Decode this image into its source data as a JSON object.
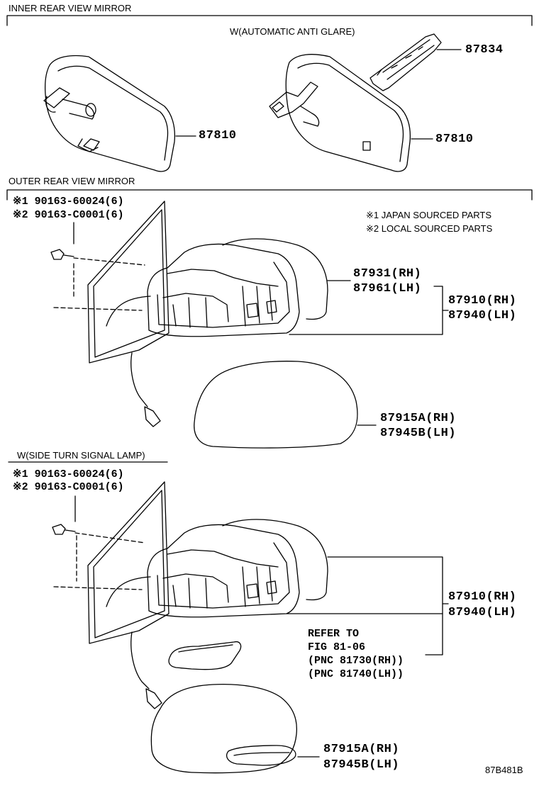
{
  "sections": {
    "inner": "INNER REAR VIEW MIRROR",
    "outer": "OUTER REAR VIEW MIRROR",
    "auto_glare": "W(AUTOMATIC ANTI GLARE)",
    "turn_signal": "W(SIDE TURN SIGNAL LAMP)"
  },
  "inner_parts": {
    "mirror_left": "87810",
    "mirror_right": "87810",
    "cover": "87834"
  },
  "screws": {
    "s1": "※1 90163-60024(6)",
    "s2": "※2 90163-C0001(6)"
  },
  "notes": {
    "n1": "※1 JAPAN SOURCED PARTS",
    "n2": "※2 LOCAL SOURCED PARTS"
  },
  "outer_parts": {
    "cover_rh": "87931(RH)",
    "cover_lh": "87961(LH)",
    "assy_rh": "87910(RH)",
    "assy_lh": "87940(LH)",
    "glass_rh": "87915A(RH)",
    "glass_lh": "87945B(LH)"
  },
  "turn_parts": {
    "assy_rh": "87910(RH)",
    "assy_lh": "87940(LH)",
    "glass_rh": "87915A(RH)",
    "glass_lh": "87945B(LH)"
  },
  "refer": {
    "l1": "REFER TO",
    "l2": "FIG 81-06",
    "l3": "(PNC 81730(RH))",
    "l4": "(PNC 81740(LH))"
  },
  "figure_code": "87B481B"
}
